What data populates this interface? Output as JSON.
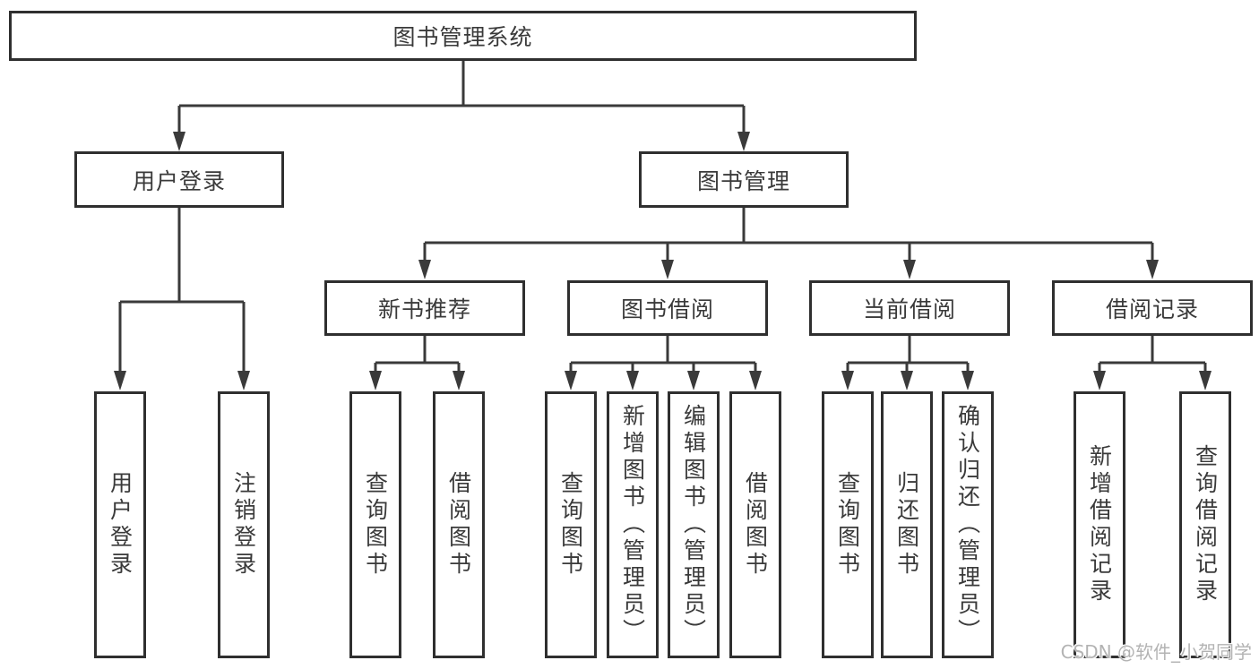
{
  "colors": {
    "background": "#ffffff",
    "line": "#3a3a3a",
    "box_border": "#2f2f2f",
    "text": "#3a3a3a",
    "watermark": "#b3b3b3"
  },
  "watermark": "CSDN @软件_小贺同学",
  "tree": {
    "root": {
      "label": "图书管理系统"
    },
    "branches": [
      {
        "label": "用户登录",
        "children": [
          {
            "label": "用户登录"
          },
          {
            "label": "注销登录"
          }
        ]
      },
      {
        "label": "图书管理",
        "children": [
          {
            "label": "新书推荐",
            "children": [
              {
                "label": "查询图书"
              },
              {
                "label": "借阅图书"
              }
            ]
          },
          {
            "label": "图书借阅",
            "children": [
              {
                "label": "查询图书"
              },
              {
                "label": "新增图书（管理员）"
              },
              {
                "label": "编辑图书（管理员）"
              },
              {
                "label": "借阅图书"
              }
            ]
          },
          {
            "label": "当前借阅",
            "children": [
              {
                "label": "查询图书"
              },
              {
                "label": "归还图书"
              },
              {
                "label": "确认归还（管理员）"
              }
            ]
          },
          {
            "label": "借阅记录",
            "children": [
              {
                "label": "新增借阅记录"
              },
              {
                "label": "查询借阅记录"
              }
            ]
          }
        ]
      }
    ]
  }
}
